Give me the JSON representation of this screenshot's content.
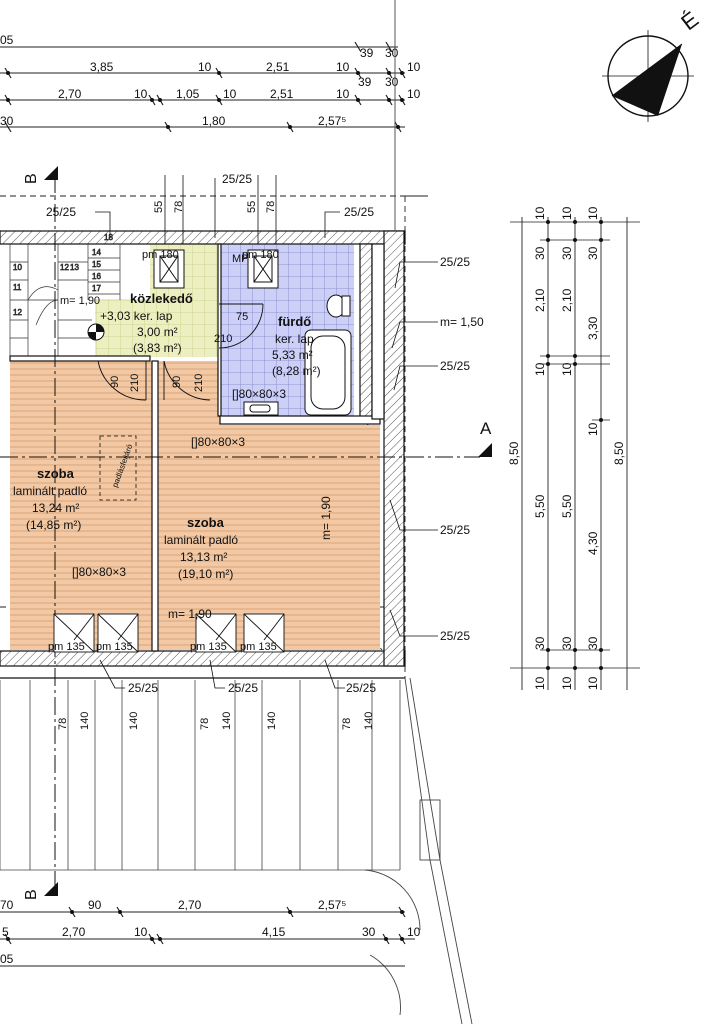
{
  "dims_top": {
    "row0": [
      "05",
      "39",
      "30"
    ],
    "row1": [
      "3,85",
      "10",
      "2,51",
      "10",
      "39",
      "30",
      "10"
    ],
    "row2": [
      "2,70",
      "10",
      "1,05",
      "10",
      "2,51",
      "10",
      "10"
    ],
    "row3": [
      "30",
      "1,80",
      "2,57⁵"
    ]
  },
  "dims_bottom": {
    "row1": [
      "70",
      "90",
      "2,70",
      "2,57⁵"
    ],
    "row2": [
      "5",
      "2,70",
      "10",
      "4,15",
      "30",
      "10"
    ],
    "row3": [
      "05"
    ]
  },
  "dims_right": {
    "col1": [
      "10",
      "30",
      "2,10",
      "10",
      "5,50",
      "30",
      "10",
      "8,50"
    ],
    "col2": [
      "10",
      "30",
      "2,10",
      "10",
      "5,50",
      "30",
      "10"
    ],
    "col3": [
      "10",
      "30",
      "3,30",
      "10",
      "4,30",
      "30",
      "10",
      "8,50"
    ]
  },
  "section_markers": {
    "b": "B",
    "a": "A"
  },
  "wall_labels": {
    "v_top": [
      "55",
      "78",
      "55",
      "78"
    ],
    "v_bottom": [
      "78",
      "140",
      "140",
      "78",
      "140",
      "140",
      "78",
      "140"
    ],
    "callout": "25/25"
  },
  "rooms": {
    "kozlekedo": {
      "title": "közlekedő",
      "floor": "+3,03 ker. lap",
      "area": "3,00 m²",
      "gross": "(3,83 m²)",
      "pm": "pm 180",
      "height": "m= 1,90"
    },
    "furdo": {
      "title": "fürdő",
      "floor": "ker. lap",
      "area": "5,33 m²",
      "gross": "(8,28 m²)",
      "pm": "pm 180",
      "mp": "MP",
      "m": "m= 1,50"
    },
    "szoba1": {
      "title": "szoba",
      "floor": "laminált padló",
      "area": "13,24 m²",
      "gross": "(14,85 m²)",
      "col": "[]80×80×3",
      "stair_label": "padlásfeljáró"
    },
    "szoba2": {
      "title": "szoba",
      "floor": "laminált padló",
      "area": "13,13 m²",
      "gross": "(19,10 m²)",
      "col": "[]80×80×3",
      "m_vert": "m= 1,90",
      "m_horiz": "m= 1,90"
    }
  },
  "door_labels": [
    "90",
    "210",
    "90",
    "210",
    "75",
    "210"
  ],
  "col_labels": [
    "[]80×80×3",
    "[]80×80×3"
  ],
  "window_labels": [
    "pm 135",
    "pm 135",
    "pm 135",
    "pm 135"
  ],
  "stair_numbers": [
    "12",
    "10",
    "11",
    "12",
    "13",
    "14",
    "15",
    "16",
    "17",
    "18"
  ],
  "north_label": "É"
}
